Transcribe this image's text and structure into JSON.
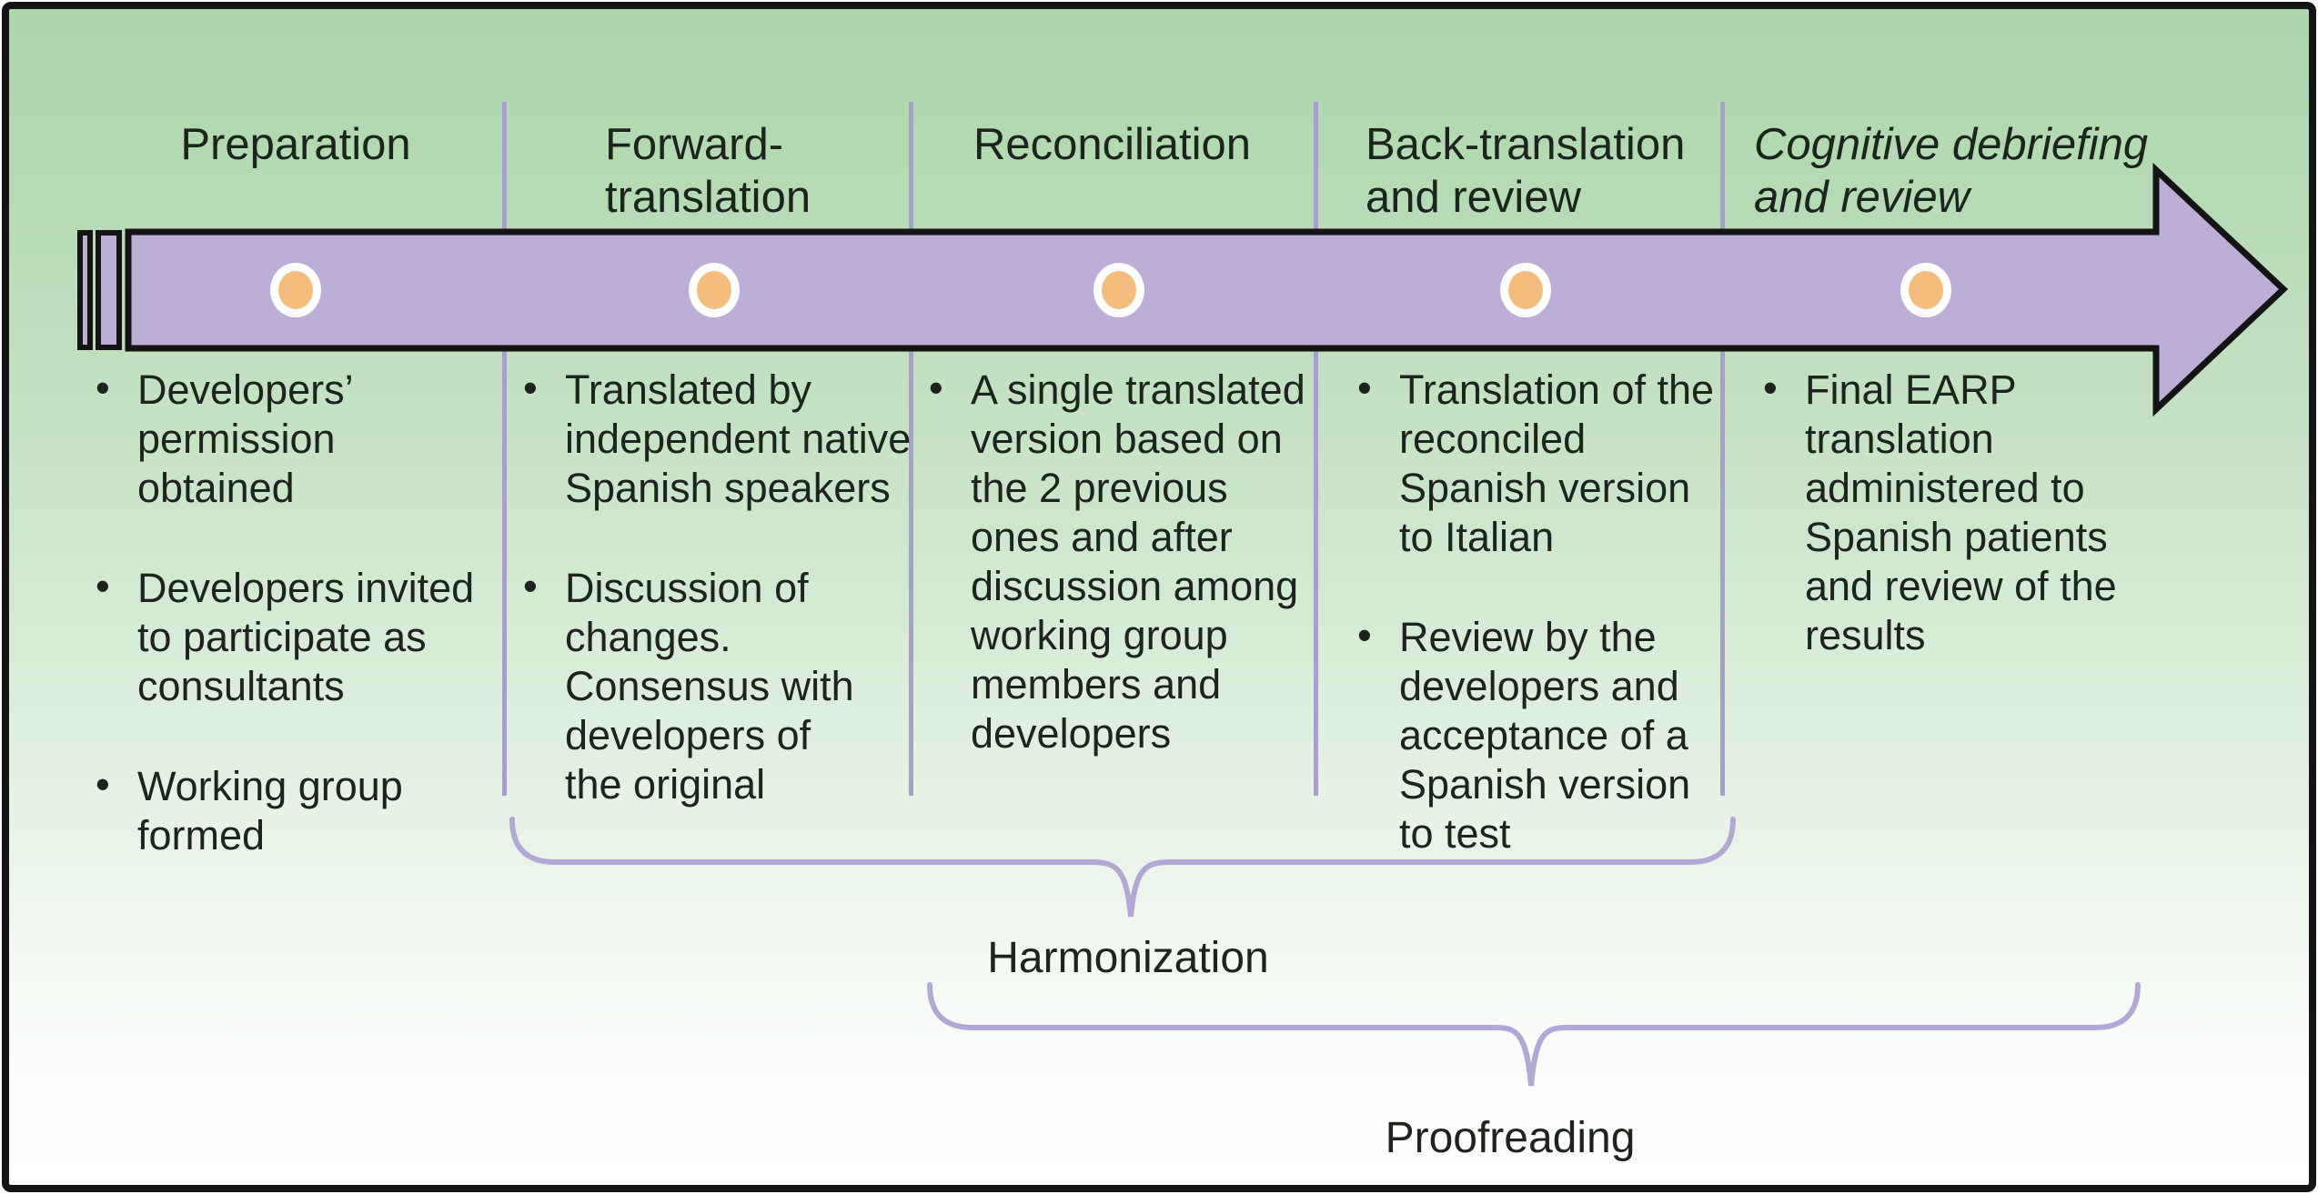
{
  "figure": {
    "description": "Translation and cultural adaptation process timeline",
    "colors": {
      "background_top": "#add6ac",
      "background_bottom": "#ffffff",
      "panel_border": "#141414",
      "arrow_fill": "#bcaed6",
      "arrow_outline": "#141414",
      "marker_ring": "#ffffff",
      "marker_fill": "#f4bc7d",
      "divider": "#a7a0cd",
      "brace": "#b2a8d6",
      "text": "#1d231d"
    },
    "bullet_glyph": "•",
    "phases": [
      {
        "title": "Preparation",
        "italic": false,
        "bullets": [
          "Developers’\npermission\nobtained",
          "Developers invited\nto participate as\nconsultants",
          "Working group\nformed"
        ]
      },
      {
        "title": "Forward-\ntranslation",
        "italic": false,
        "bullets": [
          "Translated by\nindependent native\nSpanish speakers",
          "Discussion of\nchanges.\nConsensus with\ndevelopers of\nthe original"
        ]
      },
      {
        "title": "Reconciliation",
        "italic": false,
        "bullets": [
          "A single translated\nversion based on\nthe 2 previous\nones and after\ndiscussion among\nworking group\nmembers and\ndevelopers"
        ]
      },
      {
        "title": "Back-translation\nand review",
        "italic": false,
        "bullets": [
          "Translation of the\nreconciled\nSpanish version\nto Italian",
          "Review by the\ndevelopers and\nacceptance of a\nSpanish version\nto test"
        ]
      },
      {
        "title": "Cognitive debriefing\nand review",
        "italic": true,
        "bullets": [
          "Final EARP\ntranslation\nadministered to\nSpanish patients\nand review of the\nresults"
        ]
      }
    ],
    "brackets": [
      {
        "label": "Harmonization"
      },
      {
        "label": "Proofreading"
      }
    ]
  }
}
